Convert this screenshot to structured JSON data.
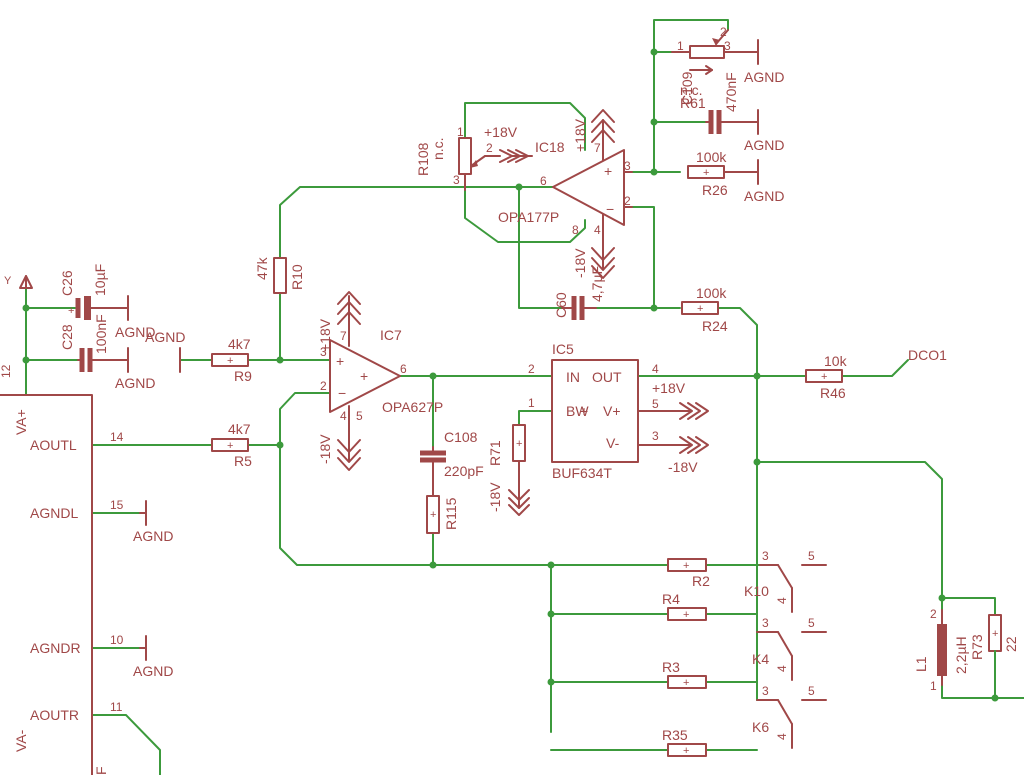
{
  "labels": {
    "ic18": "IC18",
    "opa177p": "OPA177P",
    "ic7": "IC7",
    "opa627p": "OPA627P",
    "ic5": "IC5",
    "buf634t": "BUF634T",
    "in": "IN",
    "out": "OUT",
    "bw": "BW",
    "vplus": "V+",
    "vminus": "V-",
    "p18_ic18": "+18V",
    "p18_top": "+18V",
    "m18_ic18": "-18V",
    "p18_ic7": "+18V",
    "m18_ic7": "-18V",
    "p18_buf": "+18V",
    "m18_buf": "-18V",
    "m18_r71": "-18V",
    "agnd_r": "AGND",
    "agnd_c109": "AGND",
    "agnd_r26": "AGND",
    "agnd_c26": "AGND",
    "agnd_c28": "AGND",
    "agnd_r9": "AGND",
    "agnd_15": "AGND",
    "agnd_10": "AGND",
    "r108": "R108",
    "nc1": "n.c.",
    "r61": "R61",
    "nc2": "n.c.",
    "c109": "C109",
    "c109v": "470nF",
    "r26": "R26",
    "r26v": "100k",
    "r24": "R24",
    "r24v": "100k",
    "r10": "R10",
    "r10v": "47k",
    "c60": "C60",
    "c60v": "4,7µF",
    "r9": "R9",
    "r9v": "4k7",
    "r5": "R5",
    "r5v": "4k7",
    "c108": "C108",
    "c108v": "220pF",
    "r115": "R115",
    "r71": "R71",
    "r46": "R46",
    "r46v": "10k",
    "dco1": "DCO1",
    "c26": "C26",
    "c26v": "10µF",
    "c28": "C28",
    "c28v": "100nF",
    "r2": "R2",
    "r4": "R4",
    "r3": "R3",
    "r35": "R35",
    "k10": "K10",
    "k4": "K4",
    "k6": "K6",
    "l1": "L1",
    "l1v": "2,2µH",
    "r73": "R73",
    "r73v": "22",
    "vaplus": "VA+",
    "vaminus": "VA-",
    "aoutl": "AOUTL",
    "agndl": "AGNDL",
    "agndr": "AGNDR",
    "aoutr": "AOUTR",
    "edge_f": "F",
    "edge_tick": "Y"
  },
  "pins": {
    "p1a": "1",
    "p2a": "2",
    "p3a": "3",
    "p1b": "1",
    "p2b": "2",
    "p3b": "3",
    "p18_3": "3",
    "p18_2": "2",
    "p18_6": "6",
    "p18_7": "7",
    "p18_4": "4",
    "p18_8": "8",
    "p7_3": "3",
    "p7_2": "2",
    "p7_6": "6",
    "p7_7": "7",
    "p7_4": "4",
    "p7_5": "5",
    "p5_2": "2",
    "p5_1": "1",
    "p5_4": "4",
    "p5_5": "5",
    "p5_3": "3",
    "n12": "12",
    "n14": "14",
    "n15": "15",
    "n10": "10",
    "n11": "11",
    "k10_3": "3",
    "k10_4": "4",
    "k10_5": "5",
    "k4_3": "3",
    "k4_4": "4",
    "k4_5": "5",
    "k6_3": "3",
    "k6_4": "4",
    "k6_5": "5",
    "l1_1": "1",
    "l1_2": "2",
    "pl": "+"
  },
  "colors": {
    "component": "#a04848",
    "wire": "#3c9a3c",
    "background": "#ffffff"
  }
}
